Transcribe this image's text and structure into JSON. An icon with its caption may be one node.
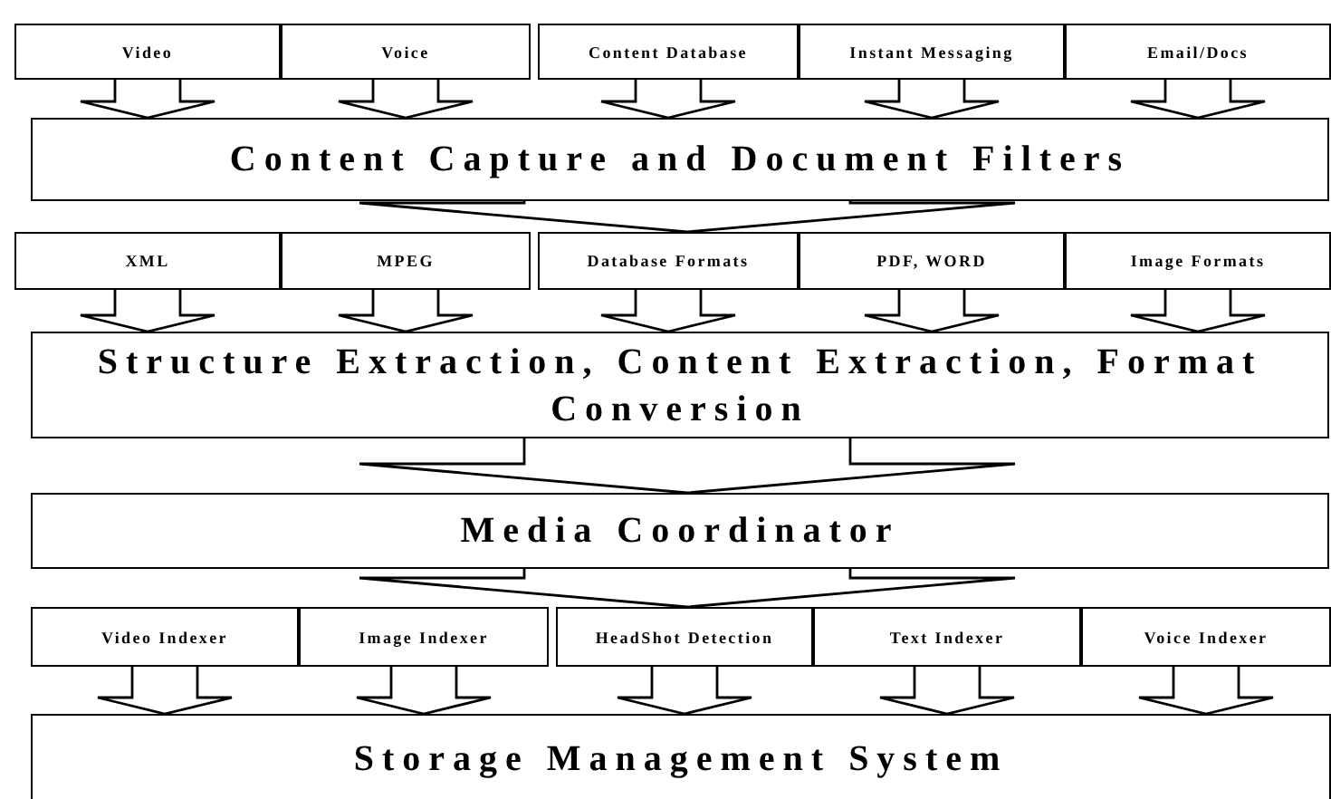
{
  "diagram": {
    "nodes": [
      {
        "text": [
          "Video"
        ]
      },
      {
        "text": [
          "Voice"
        ]
      },
      {
        "text": [
          "Content Database"
        ]
      },
      {
        "text": [
          "Instant Messaging"
        ]
      },
      {
        "text": [
          "Email/Docs"
        ]
      },
      {
        "text": [
          "Content Capture and Document Filters"
        ]
      },
      {
        "text": [
          "XML"
        ]
      },
      {
        "text": [
          "MPEG"
        ]
      },
      {
        "text": [
          "Database Formats"
        ]
      },
      {
        "text": [
          "PDF, WORD"
        ]
      },
      {
        "text": [
          "Image Formats"
        ]
      },
      {
        "text": [
          "Structure Extraction, Content Extraction, Format Conversion"
        ]
      },
      {
        "text": [
          "Media Coordinator"
        ]
      },
      {
        "text": [
          "Video Indexer"
        ]
      },
      {
        "text": [
          "Image Indexer"
        ]
      },
      {
        "text": [
          "HeadShot Detection"
        ]
      },
      {
        "text": [
          "Text Indexer"
        ]
      },
      {
        "text": [
          "Voice Indexer"
        ]
      },
      {
        "text": [
          "Storage Management System"
        ]
      }
    ],
    "edges": [
      {
        "from": 0,
        "to": 5,
        "arrow": "to"
      },
      {
        "from": 1,
        "to": 5,
        "arrow": "to"
      },
      {
        "from": 2,
        "to": 5,
        "arrow": "to"
      },
      {
        "from": 3,
        "to": 5,
        "arrow": "to"
      },
      {
        "from": 4,
        "to": 5,
        "arrow": "to"
      },
      {
        "from": 5,
        "to": 8,
        "arrow": "to"
      },
      {
        "from": 6,
        "to": 11,
        "arrow": "to"
      },
      {
        "from": 7,
        "to": 11,
        "arrow": "to"
      },
      {
        "from": 8,
        "to": 11,
        "arrow": "to"
      },
      {
        "from": 9,
        "to": 11,
        "arrow": "to"
      },
      {
        "from": 10,
        "to": 11,
        "arrow": "to"
      },
      {
        "from": 11,
        "to": 12,
        "arrow": "to"
      },
      {
        "from": 12,
        "to": 15,
        "arrow": "to"
      },
      {
        "from": 13,
        "to": 18,
        "arrow": "to"
      },
      {
        "from": 14,
        "to": 18,
        "arrow": "to"
      },
      {
        "from": 15,
        "to": 18,
        "arrow": "to"
      },
      {
        "from": 16,
        "to": 18,
        "arrow": "to"
      },
      {
        "from": 17,
        "to": 18,
        "arrow": "to"
      }
    ]
  }
}
